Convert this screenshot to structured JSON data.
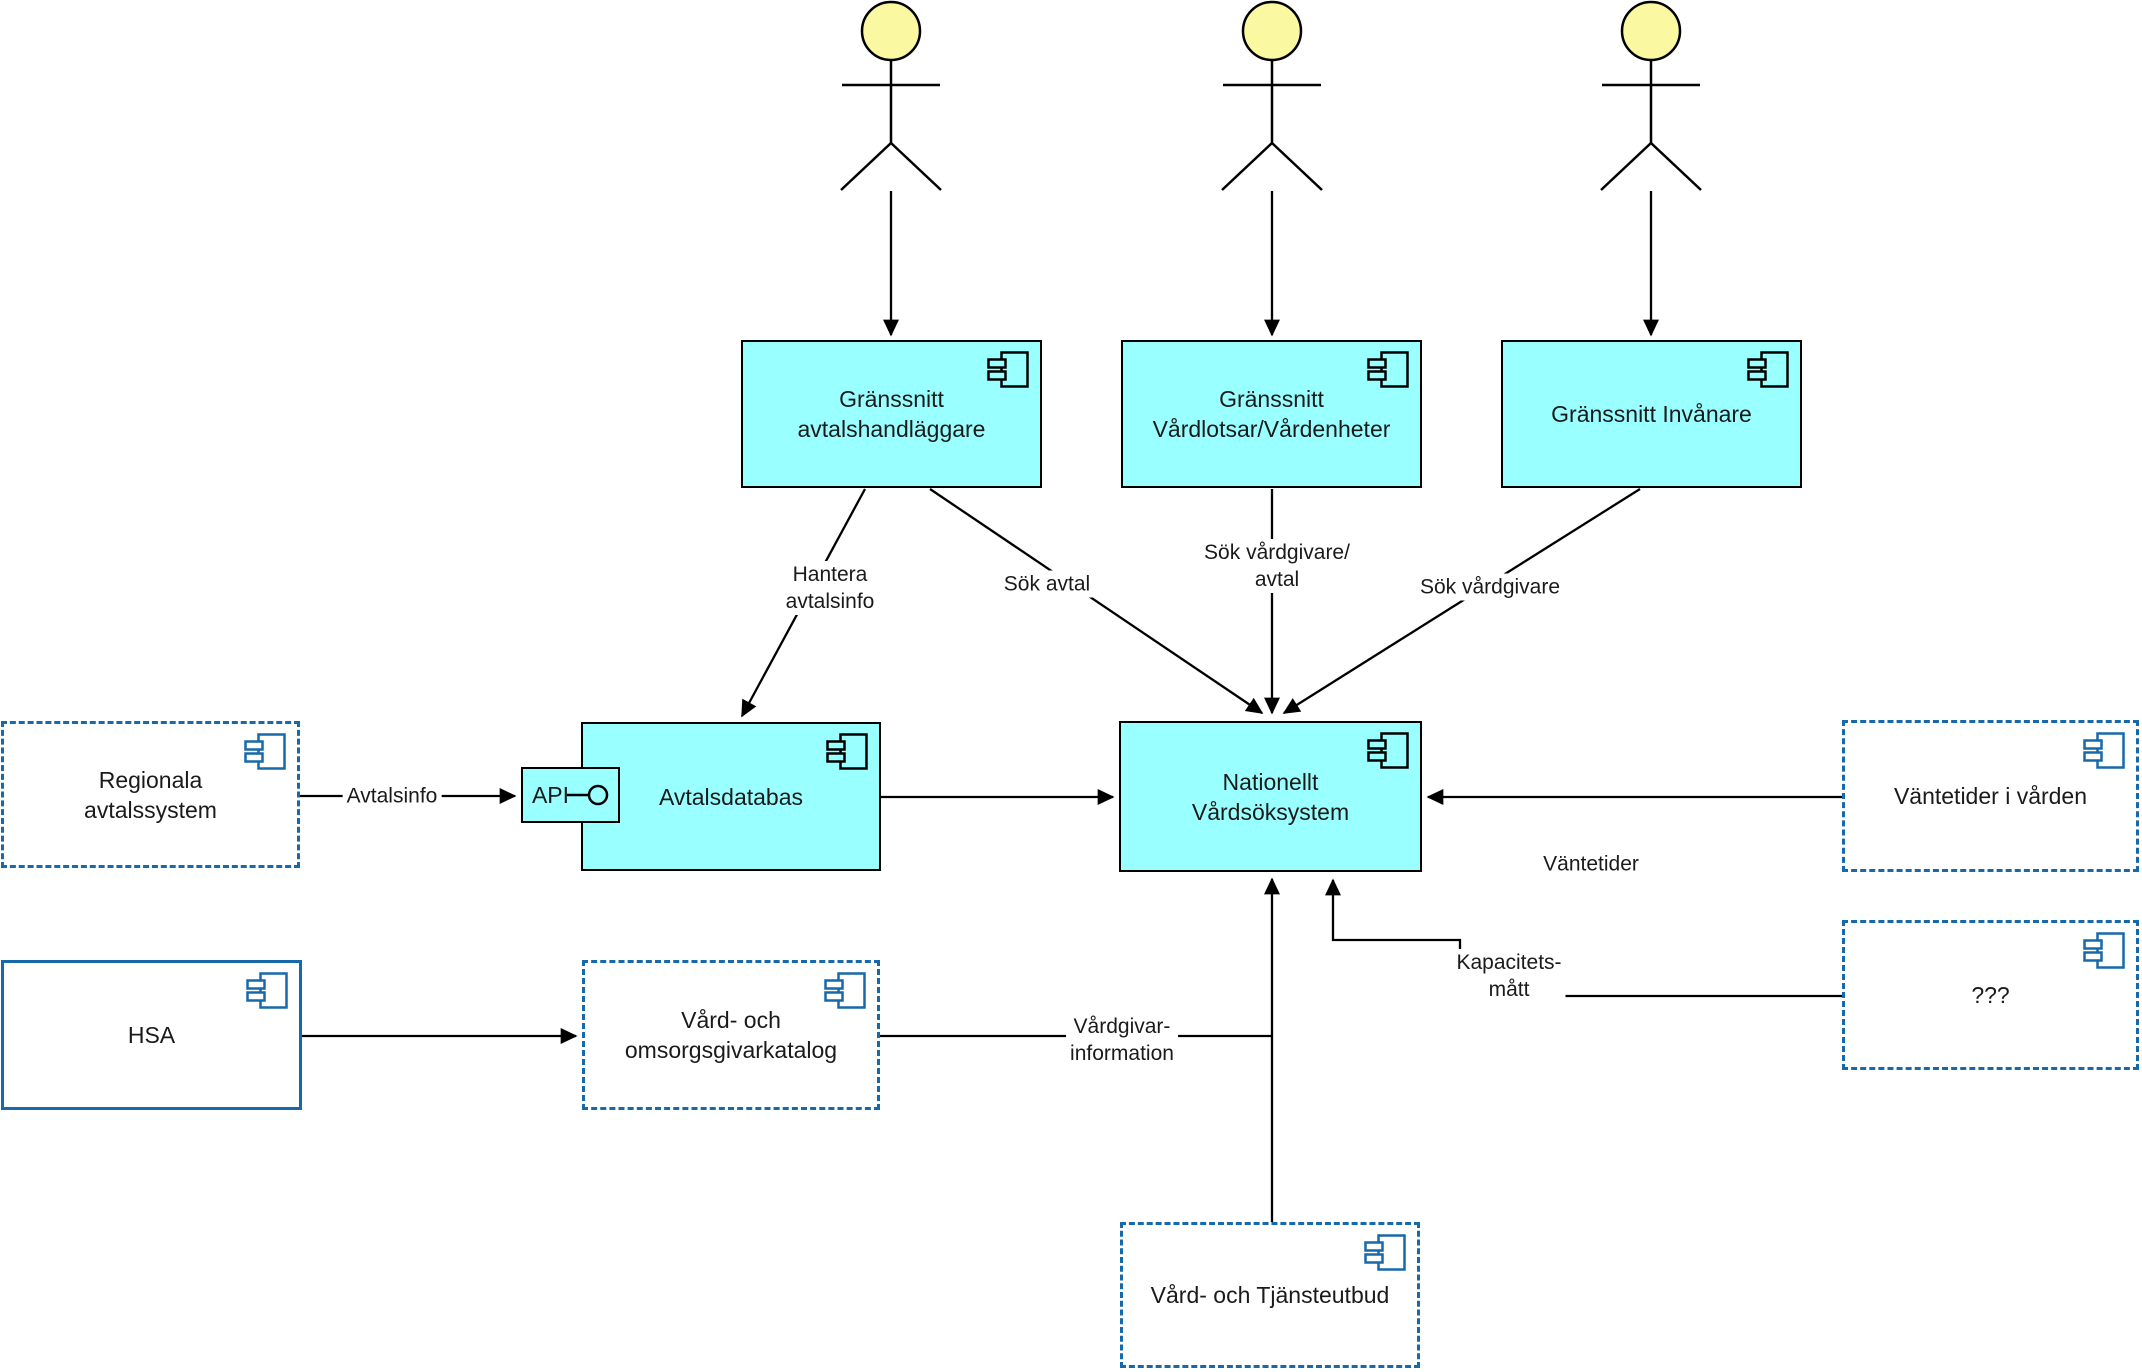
{
  "diagram": {
    "type": "uml-component-diagram",
    "colors": {
      "component_fill": "#99ffff",
      "component_border": "#000000",
      "external_border_blue": "#1769aa",
      "actor_head_fill": "#faf8a0",
      "connector": "#000000",
      "text": "#1a1a1a",
      "background": "#ffffff"
    }
  },
  "nodes": {
    "gr1": {
      "label": "Gränssnitt\navtalshandläggare"
    },
    "gr2": {
      "label": "Gränssnitt\nVårdlotsar/Vårdenheter"
    },
    "gr3": {
      "label": "Gränssnitt Invånare"
    },
    "avtalsdatabas": {
      "label": "Avtalsdatabas"
    },
    "api": {
      "label": "API"
    },
    "nationellt": {
      "label": "Nationellt\nVårdsöksystem"
    },
    "regionala": {
      "label": "Regionala\navtalssystem"
    },
    "hsa": {
      "label": "HSA"
    },
    "katalog": {
      "label": "Vård- och\nomsorgsgivarkatalog"
    },
    "vantetider": {
      "label": "Väntetider i vården"
    },
    "okand": {
      "label": "???"
    },
    "utbud": {
      "label": "Vård- och Tjänsteutbud"
    }
  },
  "edges": {
    "hantera_avtalsinfo": {
      "label": "Hantera\navtalsinfo"
    },
    "sok_avtal": {
      "label": "Sök avtal"
    },
    "sok_vardgivare_avtal": {
      "label": "Sök vårdgivare/\navtal"
    },
    "sok_vardgivare": {
      "label": "Sök vårdgivare"
    },
    "avtalsinfo": {
      "label": "Avtalsinfo"
    },
    "vantetider": {
      "label": "Väntetider"
    },
    "kapacitetsmatt": {
      "label": "Kapacitets-\nmått"
    },
    "vardgivarinformation": {
      "label": "Vårdgivar-\ninformation"
    }
  }
}
